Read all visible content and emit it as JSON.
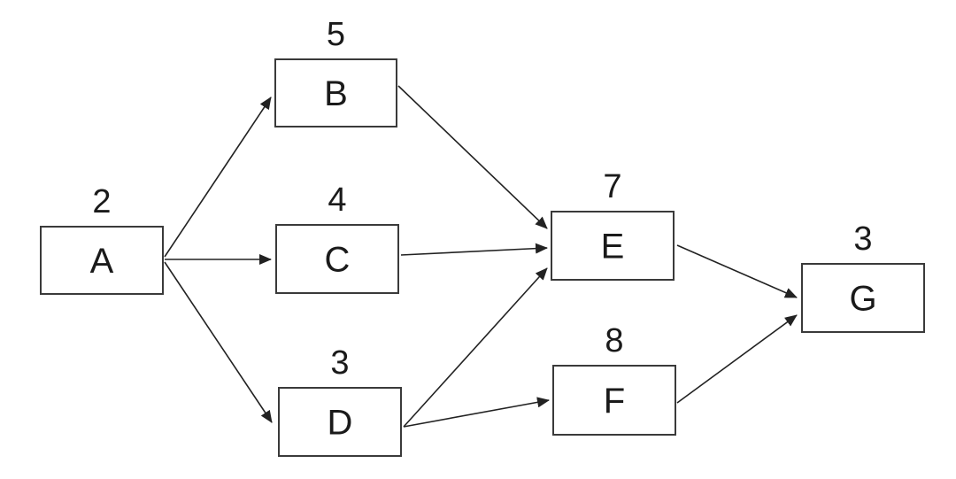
{
  "colors": {
    "background": "#ffffff",
    "box_stroke": "#3a3a3a",
    "edge": "#222222",
    "text": "#1a1a1a"
  },
  "nodes": [
    {
      "id": "A",
      "label": "A",
      "weight": "2"
    },
    {
      "id": "B",
      "label": "B",
      "weight": "5"
    },
    {
      "id": "C",
      "label": "C",
      "weight": "4"
    },
    {
      "id": "D",
      "label": "D",
      "weight": "3"
    },
    {
      "id": "E",
      "label": "E",
      "weight": "7"
    },
    {
      "id": "F",
      "label": "F",
      "weight": "8"
    },
    {
      "id": "G",
      "label": "G",
      "weight": "3"
    }
  ],
  "edges": [
    {
      "from": "A",
      "to": "B"
    },
    {
      "from": "A",
      "to": "C"
    },
    {
      "from": "A",
      "to": "D"
    },
    {
      "from": "B",
      "to": "E"
    },
    {
      "from": "C",
      "to": "E"
    },
    {
      "from": "D",
      "to": "E"
    },
    {
      "from": "D",
      "to": "F"
    },
    {
      "from": "E",
      "to": "G"
    },
    {
      "from": "F",
      "to": "G"
    }
  ]
}
